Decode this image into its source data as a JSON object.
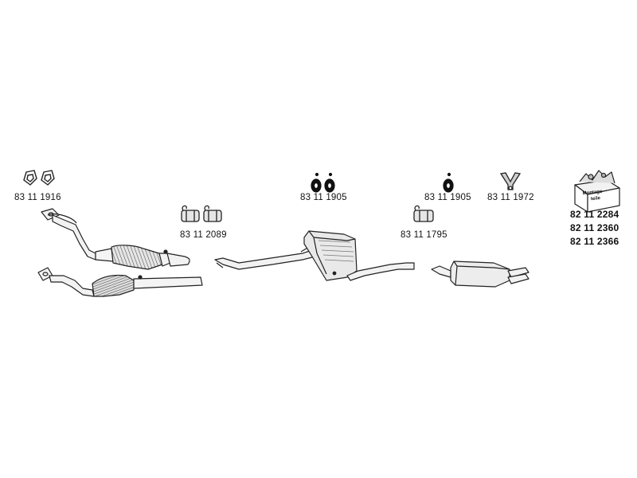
{
  "parts": {
    "gasket_pair": "83 11 1916",
    "clamps": "83 11 2089",
    "hanger_pair": "83 11 1905",
    "hanger_single": "83 11 1905",
    "clamp_single": "83 11 1795",
    "bracket": "83 11 1972"
  },
  "kit": {
    "box_label_line1": "Montage-",
    "box_label_line2": "teile",
    "numbers": [
      "82 11 2284",
      "82 11 2360",
      "82 11 2366"
    ]
  },
  "colors": {
    "line": "#222222",
    "fill_light": "#f2f2f2",
    "fill_mid": "#cfcfcf",
    "fill_dark": "#9a9a9a"
  }
}
